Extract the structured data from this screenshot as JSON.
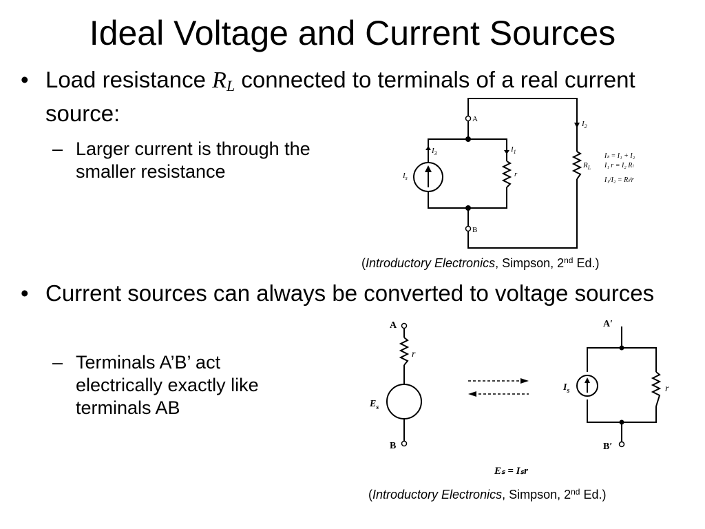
{
  "slide": {
    "title": "Ideal Voltage and Current Sources",
    "bullet1": {
      "pre": "Load resistance ",
      "var": "R",
      "var_sub": "L",
      "post": " connected to terminals of a real current source:",
      "sub": "Larger current is through the smaller resistance"
    },
    "bullet2": {
      "text": "Current sources can always be converted to voltage sources",
      "sub": "Terminals A’B’ act electrically exactly like terminals AB"
    },
    "caption1": {
      "open": "(",
      "book": "Introductory Electronics",
      "mid": ", Simpson, 2",
      "sup": "nd",
      "end": " Ed.)"
    },
    "caption2": {
      "open": "(",
      "book": "Introductory Electronics",
      "mid": ", Simpson, 2",
      "sup": "nd",
      "end": " Ed.)"
    }
  },
  "figure1": {
    "labels": {
      "A": "A",
      "B": "B",
      "I2": "I",
      "I2_sub": "2",
      "I3": "I",
      "I3_sub": "3",
      "I1": "I",
      "I1_sub": "1",
      "Is": "I",
      "Is_sub": "s",
      "r": "r",
      "RL": "R",
      "RL_sub": "L"
    },
    "equations": [
      "Iₛ = I₁ + I₂",
      "I₁ r = I₂ Rₗ",
      "I₁/I₂ = Rₗ/r"
    ]
  },
  "figure2": {
    "labels": {
      "A": "A",
      "B": "B",
      "r_left": "r",
      "Es": "E",
      "Es_sub": "s",
      "Aprime": "A′",
      "Bprime": "B′",
      "Is": "I",
      "Is_sub": "s",
      "r_right": "r"
    },
    "equation": "Eₛ = Iₛr"
  }
}
